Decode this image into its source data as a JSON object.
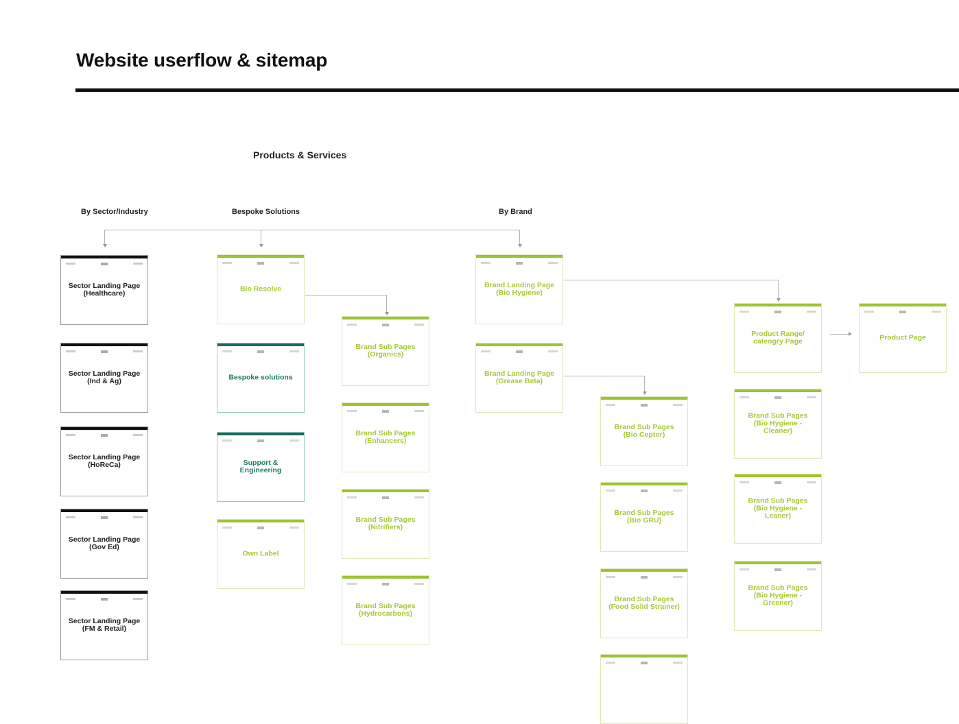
{
  "header": {
    "title": "Website userflow & sitemap",
    "section": "Products & Services"
  },
  "categories": [
    {
      "label": "By Sector/Industry"
    },
    {
      "label": "Bespoke Solutions"
    },
    {
      "label": "By Brand"
    }
  ],
  "colors": {
    "sector_bar": "#111111",
    "brand_green": "#9cc431",
    "bespoke_teal": "#186a5c",
    "connector": "#b5b5b5"
  },
  "sector_pages": [
    {
      "label": "Sector Landing Page\n(Healthcare)"
    },
    {
      "label": "Sector Landing Page\n(Ind & Ag)"
    },
    {
      "label": "Sector Landing Page\n(HoReCa)"
    },
    {
      "label": "Sector Landing Page\n(Gov Ed)"
    },
    {
      "label": "Sector Landing Page\n(FM & Retail)"
    }
  ],
  "bespoke_pages": [
    {
      "label": "Bio Resolve",
      "style": "green"
    },
    {
      "label": "Bespoke solutions",
      "style": "teal"
    },
    {
      "label": "Support &\nEngineering",
      "style": "teal"
    },
    {
      "label": "Own Label",
      "style": "green"
    }
  ],
  "bio_resolve_sub_pages": [
    {
      "label": "Brand Sub Pages\n(Organics)"
    },
    {
      "label": "Brand Sub Pages\n(Enhancers)"
    },
    {
      "label": "Brand Sub Pages\n(Nitrifiers)"
    },
    {
      "label": "Brand Sub Pages\n(Hydrocarbons)"
    }
  ],
  "brand_pages": [
    {
      "label": "Brand Landing Page\n(Bio Hygiene)"
    },
    {
      "label": "Brand Landing Page\n(Grease Beta)"
    }
  ],
  "grease_beta_sub_pages": [
    {
      "label": "Brand Sub Pages\n(Bio Ceptor)"
    },
    {
      "label": "Brand Sub Pages\n(Bio GRU)"
    },
    {
      "label": "Brand Sub Pages\n(Food Solid Strainer)"
    },
    {
      "label": ""
    }
  ],
  "bio_hygiene_sub_pages": [
    {
      "label": "Product Range/\ncateogry Page"
    },
    {
      "label": "Brand Sub Pages\n(Bio Hygiene -\nCleaner)"
    },
    {
      "label": "Brand Sub Pages\n(Bio Hygiene -\nLeaner)"
    },
    {
      "label": "Brand Sub Pages\n(Bio Hygiene -\nGreener)"
    }
  ],
  "product_page": {
    "label": "Product Page"
  }
}
